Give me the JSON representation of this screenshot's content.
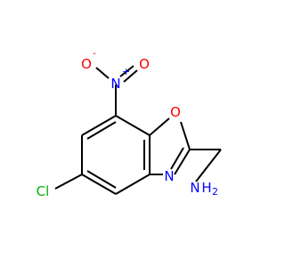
{
  "molecule": {
    "atoms": {
      "nitro_o_minus": {
        "symbol": "O",
        "charge": "-",
        "color": "#ff0000"
      },
      "nitro_n": {
        "symbol": "N",
        "charge": "+",
        "color": "#0000ff"
      },
      "nitro_o": {
        "symbol": "O",
        "color": "#ff0000"
      },
      "ring_o": {
        "symbol": "O",
        "color": "#ff0000"
      },
      "ring_n": {
        "symbol": "N",
        "color": "#0000ff"
      },
      "chlorine": {
        "symbol": "Cl",
        "color": "#00b000"
      },
      "amine": {
        "symbol": "N",
        "h_label": "H",
        "h_count": "2",
        "color": "#0000ff"
      }
    },
    "bond_color": "#000000"
  }
}
